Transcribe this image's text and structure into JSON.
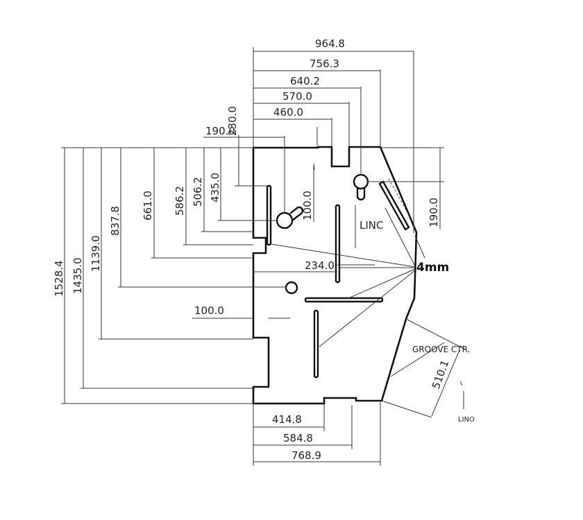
{
  "dimensions": {
    "top": [
      "964.8",
      "756.3",
      "640.2",
      "570.0",
      "460.0",
      "190.0",
      "230.0"
    ],
    "left": [
      "1528.4",
      "1435.0",
      "1139.0",
      "837.8",
      "661.0",
      "586.2",
      "506.2",
      "435.0"
    ],
    "inner": [
      "100.0",
      "100.0",
      "234.0"
    ],
    "right": [
      "190.0"
    ],
    "bottom": [
      "414.8",
      "584.8",
      "768.9"
    ],
    "groove": "510.1"
  },
  "notes": {
    "thickness": "4mm",
    "groove": "GROOVE CTR.",
    "linc": "LINC",
    "lino": "LINO"
  }
}
